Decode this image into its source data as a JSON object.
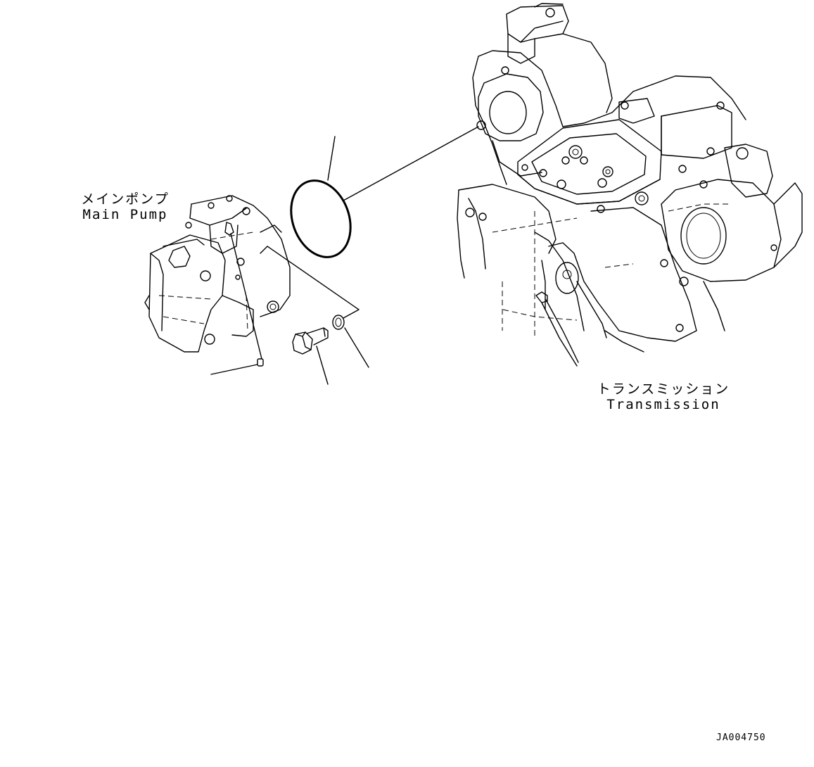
{
  "labels": {
    "main_pump_jp": "メインポンプ",
    "main_pump_en": "Main Pump",
    "transmission_jp": "トランスミッション",
    "transmission_en": "Transmission"
  },
  "drawing_code": "JA004750"
}
